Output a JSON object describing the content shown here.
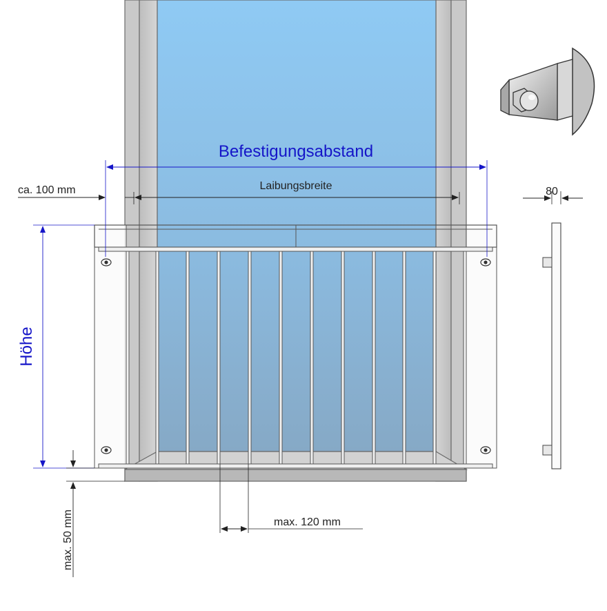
{
  "labels": {
    "befestigungsabstand": "Befestigungsabstand",
    "laibungsbreite": "Laibungsbreite",
    "ca_100": "ca. 100 mm",
    "hoehe": "Höhe",
    "max_120": "max. 120 mm",
    "max_50": "max. 50 mm",
    "depth_80": "80"
  },
  "colors": {
    "glass_top": "#8ec8f2",
    "glass_bottom": "#7fa8c6",
    "frame": "#c8c8c8",
    "frame_edge": "#6a6a6a",
    "rail": "#f4f4f4",
    "dimension_blue": "#1515c8",
    "dimension_dark": "#222222"
  },
  "icons": {
    "bracket_detail": "wall-bracket-with-bolt-icon"
  }
}
